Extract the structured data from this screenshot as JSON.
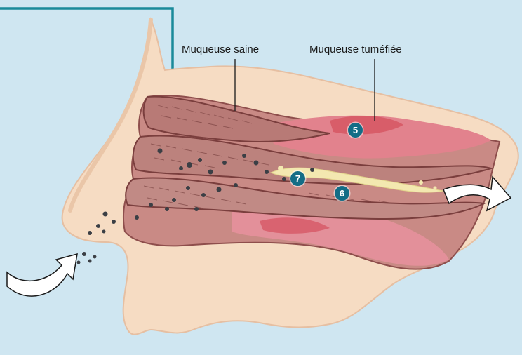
{
  "labels": {
    "healthy_mucosa": "Muqueuse saine",
    "swollen_mucosa": "Muqueuse tuméfiée"
  },
  "markers": {
    "five": "5",
    "six": "6",
    "seven": "7"
  },
  "colors": {
    "background": "#cfe6f1",
    "bracket": "#1a8a9a",
    "marker": "#136d86",
    "skin": "#f6dcc3",
    "mucosa": "#c98a85",
    "inflamed": "#d4505e",
    "mucus": "#f3e8b0",
    "particles": "#3b3f45",
    "arrow": "#ffffff"
  }
}
